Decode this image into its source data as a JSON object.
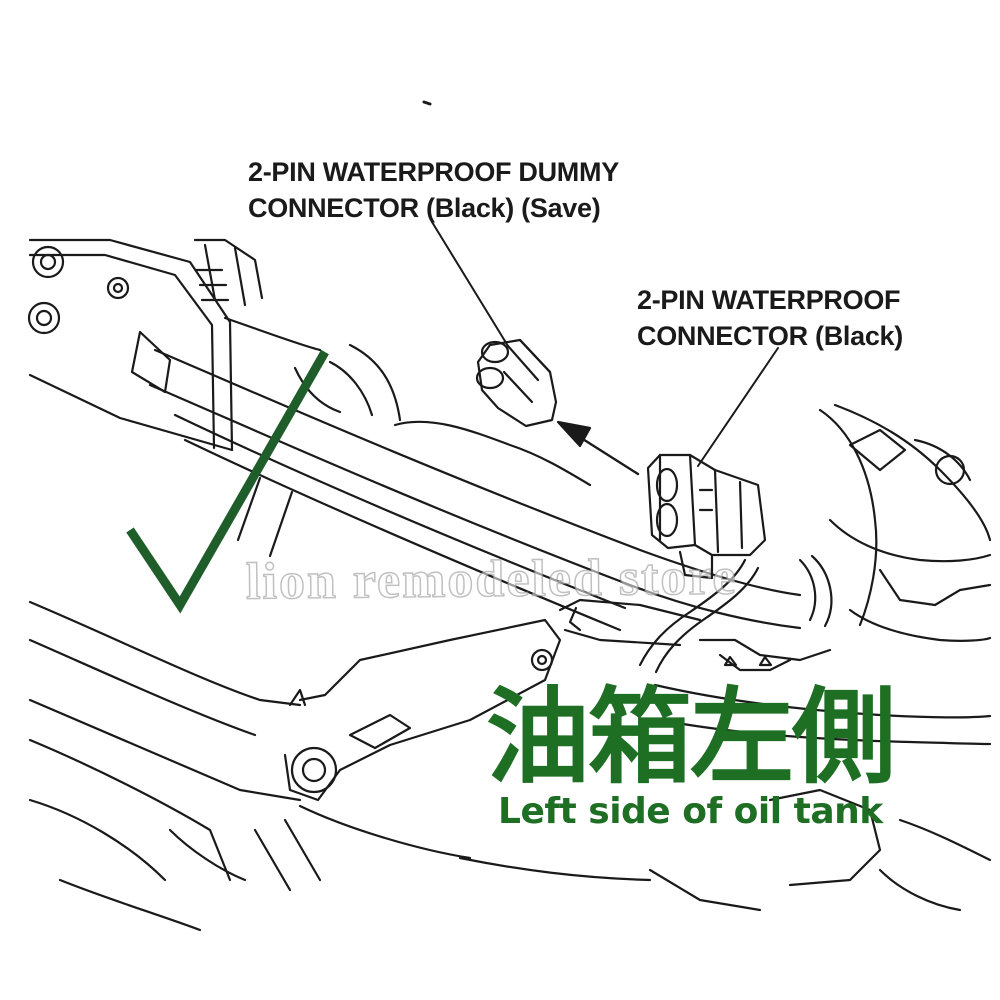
{
  "labels": {
    "dummy_connector": [
      "2-PIN WATERPROOF DUMMY",
      "CONNECTOR (Black) (Save)"
    ],
    "connector": [
      "2-PIN WATERPROOF",
      "CONNECTOR (Black)"
    ]
  },
  "watermark": "lion remodeled store",
  "caption": {
    "chinese": "油箱左側",
    "english": "Left side of oil tank"
  },
  "colors": {
    "ink": "#1a1a1a",
    "caption_green": "#1e6e24",
    "check_green": "#1f5e2a"
  },
  "icons": [
    "check-mark-icon",
    "arrow-icon"
  ]
}
